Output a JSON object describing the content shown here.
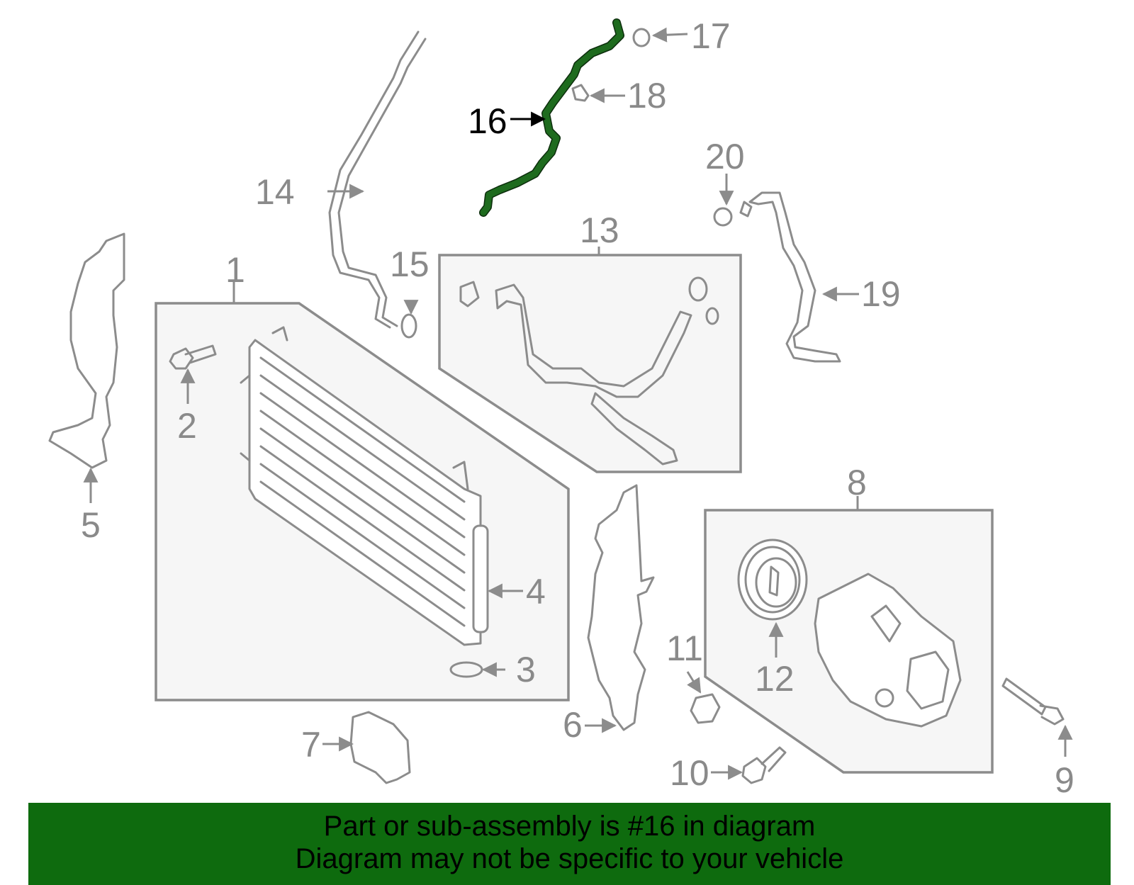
{
  "diagram": {
    "highlight_color": "#0e6b0e",
    "highlighted_part": "16",
    "callouts": [
      "1",
      "2",
      "3",
      "4",
      "5",
      "6",
      "7",
      "8",
      "9",
      "10",
      "11",
      "12",
      "13",
      "14",
      "15",
      "16",
      "17",
      "18",
      "19",
      "20"
    ]
  },
  "banner": {
    "line1": "Part or sub-assembly is #16 in diagram",
    "line2": "Diagram may not be specific to your vehicle"
  }
}
